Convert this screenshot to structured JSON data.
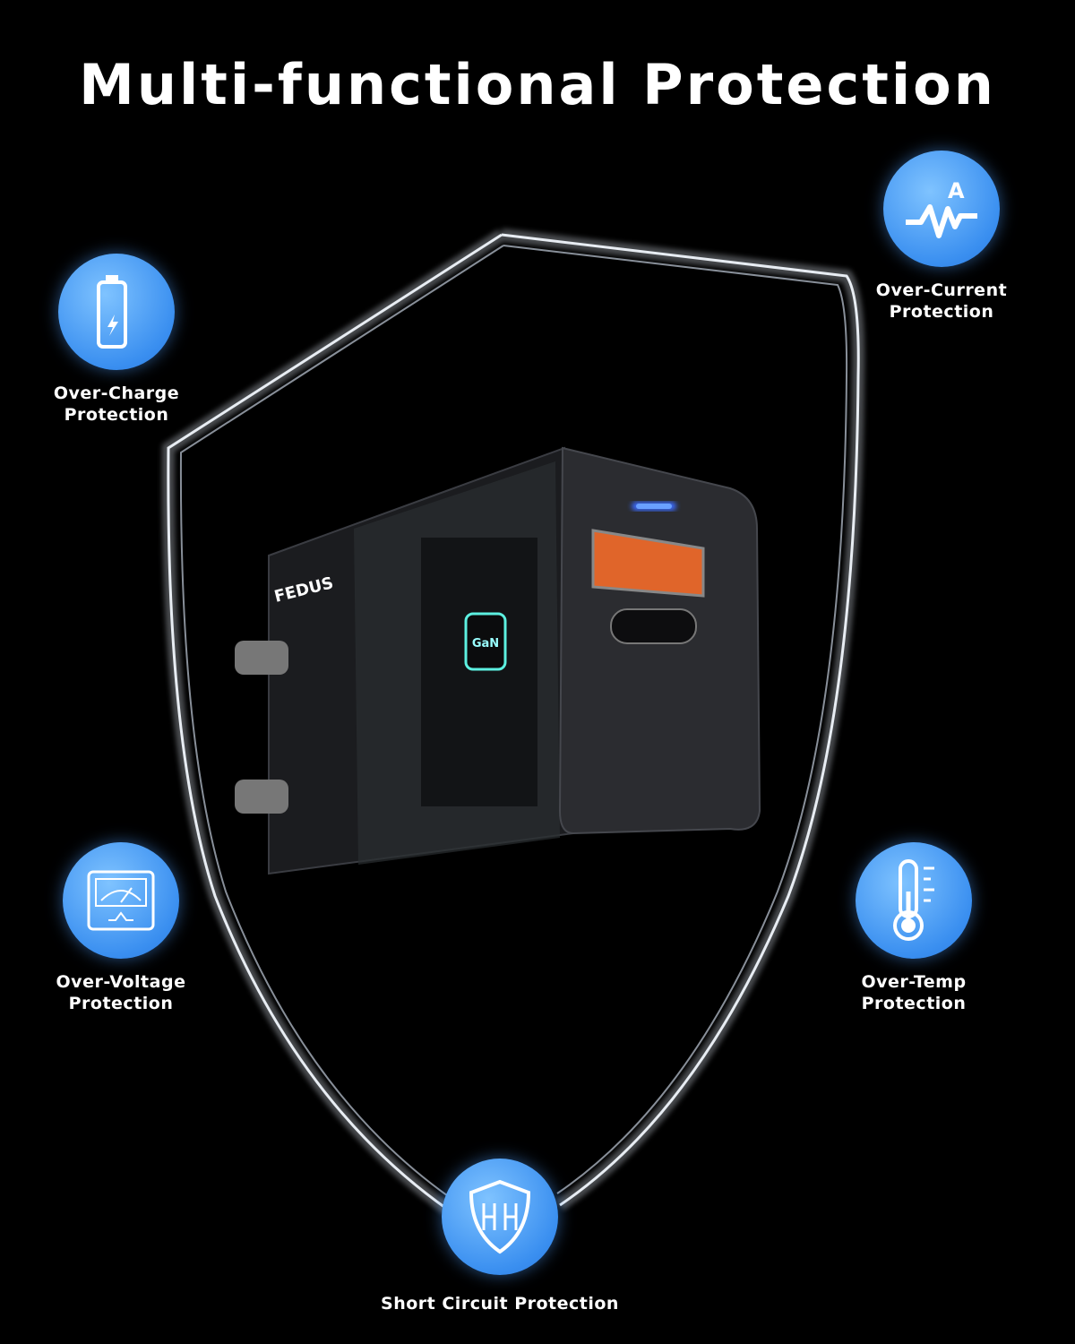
{
  "title": "Multi-functional Protection",
  "product": {
    "brand": "FEDUS",
    "chip": "GaN"
  },
  "features": [
    {
      "icon": "battery-icon",
      "line1": "Over-Charge",
      "line2": "Protection"
    },
    {
      "icon": "current-wave-icon",
      "line1": "Over-Current",
      "line2": "Protection",
      "glyph": "A"
    },
    {
      "icon": "voltmeter-icon",
      "line1": "Over-Voltage",
      "line2": "Protection"
    },
    {
      "icon": "thermometer-icon",
      "line1": "Over-Temp",
      "line2": "Protection"
    },
    {
      "icon": "shield-icon",
      "line1": "Short Circuit Protection"
    }
  ],
  "colors": {
    "accent": "#3a8ff0",
    "usb_a": "#e0652a",
    "led": "#3a6bff"
  }
}
